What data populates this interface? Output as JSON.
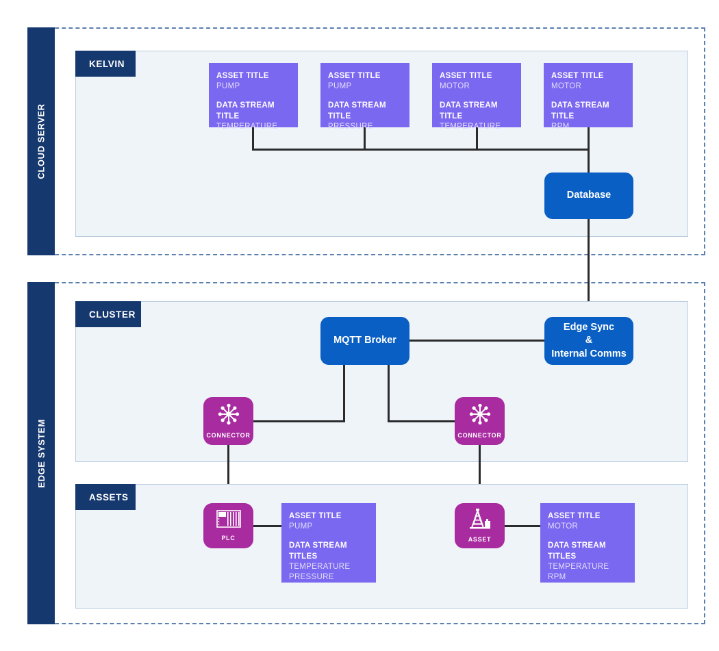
{
  "zones": [
    {
      "name": "cloud-server",
      "label": "CLOUD SERVER"
    },
    {
      "name": "edge-system",
      "label": "EDGE SYSTEM"
    }
  ],
  "panels": {
    "kelvin": "KELVIN",
    "cluster": "CLUSTER",
    "assets": "ASSETS"
  },
  "kelvin_cards": [
    {
      "asset_key": "ASSET TITLE",
      "asset_value": "PUMP",
      "stream_key": "DATA STREAM TITLE",
      "stream_value": "TEMPERATURE"
    },
    {
      "asset_key": "ASSET TITLE",
      "asset_value": "PUMP",
      "stream_key": "DATA STREAM TITLE",
      "stream_value": "PRESSURE"
    },
    {
      "asset_key": "ASSET TITLE",
      "asset_value": "MOTOR",
      "stream_key": "DATA STREAM TITLE",
      "stream_value": "TEMPERATURE"
    },
    {
      "asset_key": "ASSET TITLE",
      "asset_value": "MOTOR",
      "stream_key": "DATA STREAM TITLE",
      "stream_value": "RPM"
    }
  ],
  "asset_cards": [
    {
      "asset_key": "ASSET TITLE",
      "asset_value": "PUMP",
      "stream_key": "DATA STREAM TITLES",
      "stream_value_1": "TEMPERATURE",
      "stream_value_2": "PRESSURE"
    },
    {
      "asset_key": "ASSET TITLE",
      "asset_value": "MOTOR",
      "stream_key": "DATA STREAM TITLES",
      "stream_value_1": "TEMPERATURE",
      "stream_value_2": "RPM"
    }
  ],
  "nodes": {
    "database": "Database",
    "mqtt_broker": "MQTT Broker",
    "edge_sync_line1": "Edge Sync",
    "edge_sync_line2": "&",
    "edge_sync_line3": "Internal Comms",
    "connector_left": "CONNECTOR",
    "connector_right": "CONNECTOR",
    "plc": "PLC",
    "asset": "ASSET"
  },
  "colors": {
    "navy": "#15386e",
    "panel_bg": "#eff4f9",
    "panel_border": "#b9cbdf",
    "zone_dash": "#5b7fae",
    "card_purple": "#7b68f0",
    "node_blue": "#0a5fc4",
    "node_magenta": "#a82ba0",
    "line": "#2b2b2b"
  }
}
